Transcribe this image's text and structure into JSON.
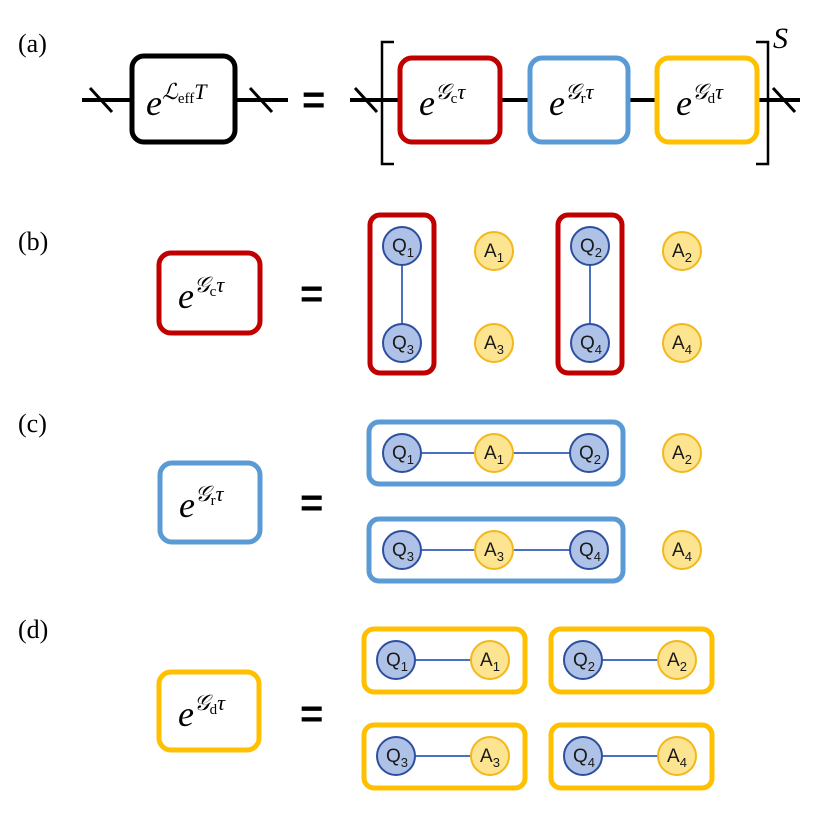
{
  "panels": {
    "a": {
      "label": "(a)"
    },
    "b": {
      "label": "(b)"
    },
    "c": {
      "label": "(c)"
    },
    "d": {
      "label": "(d)"
    }
  },
  "equals": "=",
  "exp_base": "e",
  "lhs": {
    "sym": "ℒ",
    "sub": "eff",
    "var": "T"
  },
  "repeat": "S",
  "gates": {
    "c": {
      "sym": "𝒢",
      "sub": "c",
      "var": "τ",
      "color": "#c00000"
    },
    "r": {
      "sym": "𝒢",
      "sub": "r",
      "var": "τ",
      "color": "#5b9bd5"
    },
    "d": {
      "sym": "𝒢",
      "sub": "d",
      "var": "τ",
      "color": "#ffc000"
    }
  },
  "nodes": {
    "Q1": {
      "letter": "Q",
      "index": "1",
      "kind": "qubit"
    },
    "Q2": {
      "letter": "Q",
      "index": "2",
      "kind": "qubit"
    },
    "Q3": {
      "letter": "Q",
      "index": "3",
      "kind": "qubit"
    },
    "Q4": {
      "letter": "Q",
      "index": "4",
      "kind": "qubit"
    },
    "A1": {
      "letter": "A",
      "index": "1",
      "kind": "ancilla"
    },
    "A2": {
      "letter": "A",
      "index": "2",
      "kind": "ancilla"
    },
    "A3": {
      "letter": "A",
      "index": "3",
      "kind": "ancilla"
    },
    "A4": {
      "letter": "A",
      "index": "4",
      "kind": "ancilla"
    }
  },
  "colors": {
    "qubit_fill": "#adc2e6",
    "qubit_stroke": "#2e4fa0",
    "ancilla_fill": "#fde491",
    "ancilla_stroke": "#f2b81a",
    "edge": "#4a70c0"
  }
}
